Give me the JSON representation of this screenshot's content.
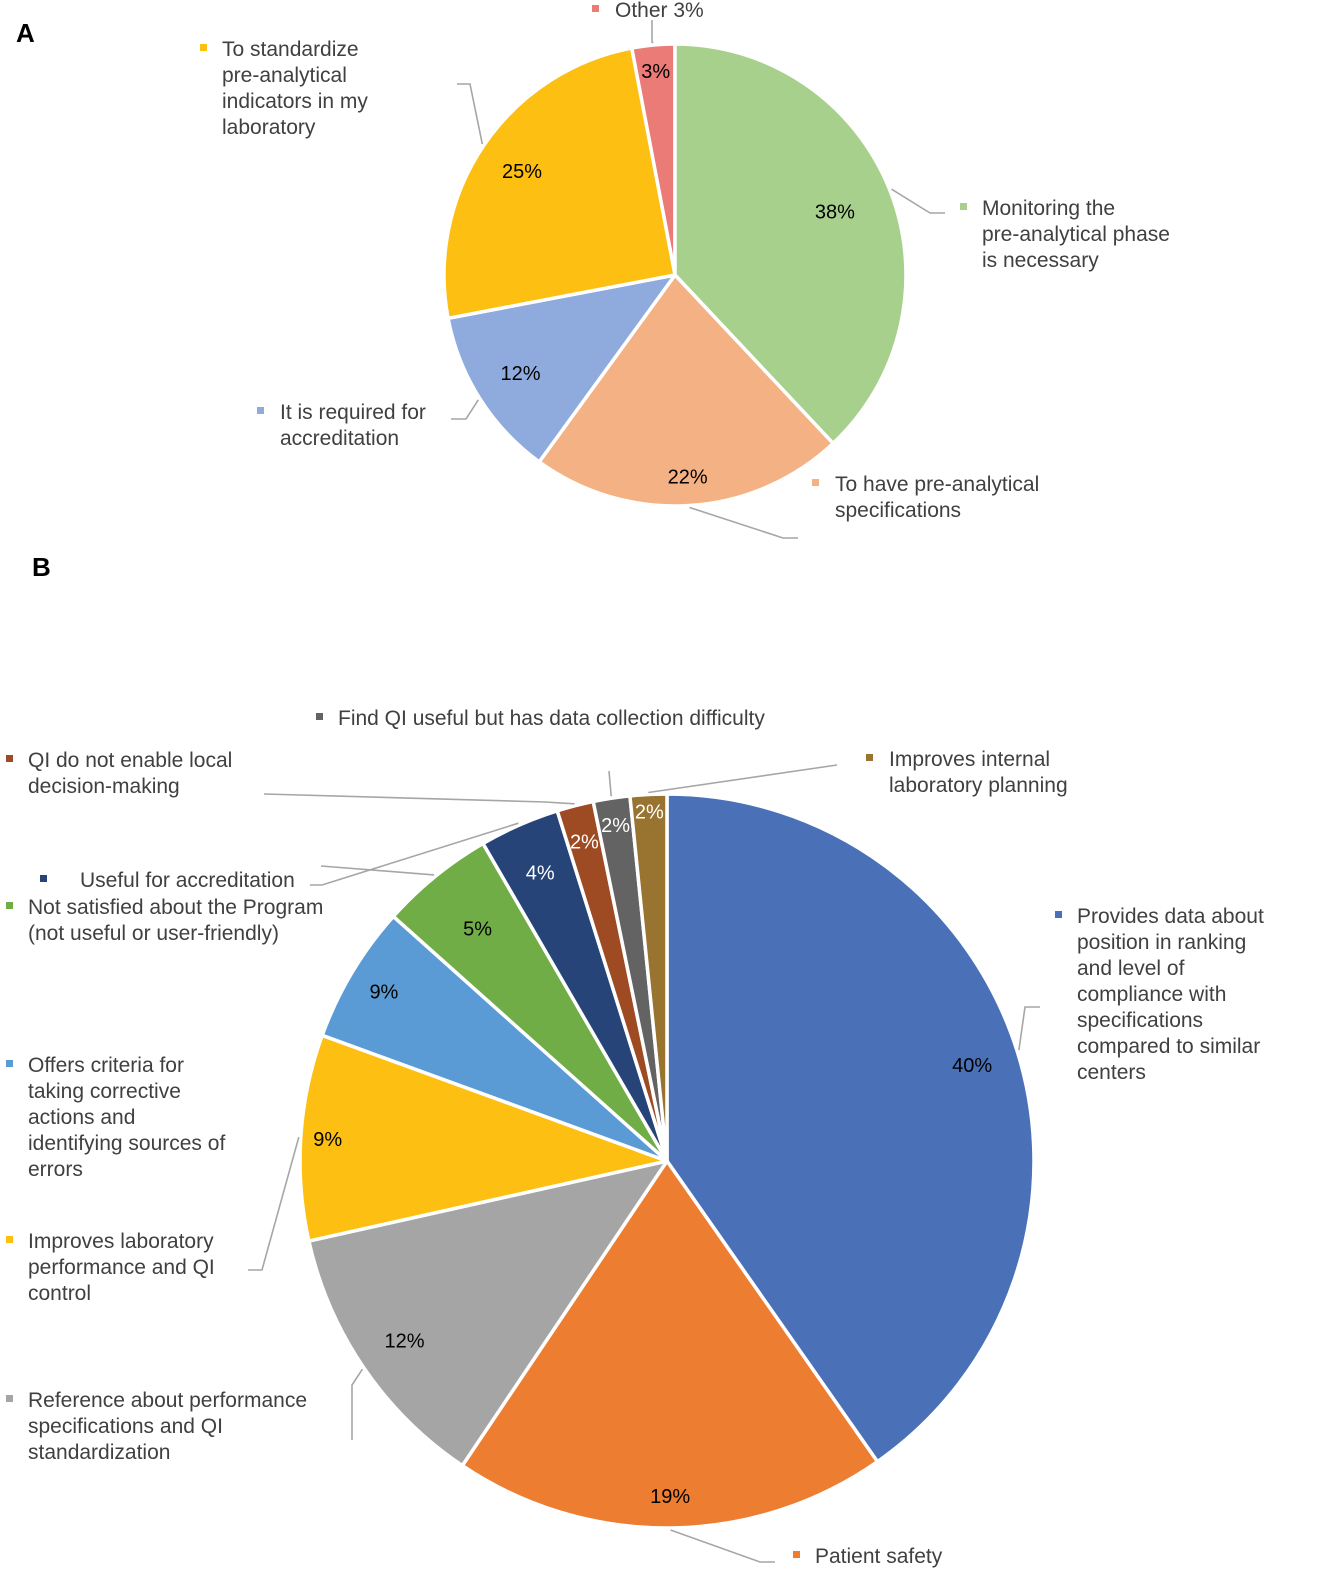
{
  "chart_data": [
    {
      "type": "pie",
      "panel_label": "A",
      "slices": [
        {
          "label": "Other 3%",
          "value": 3,
          "display": "3%",
          "color": "#eb7b77"
        },
        {
          "label": "Monitoring the pre-analytical phase is necessary",
          "value": 38,
          "display": "38%",
          "color": "#a8d08d"
        },
        {
          "label": "To have pre-analytical specifications",
          "value": 22,
          "display": "22%",
          "color": "#f4b183"
        },
        {
          "label": "It is required for accreditation",
          "value": 12,
          "display": "12%",
          "color": "#8faadc"
        },
        {
          "label": "To standardize pre-analytical indicators in my laboratory",
          "value": 25,
          "display": "25%",
          "color": "#fcbf12"
        }
      ]
    },
    {
      "type": "pie",
      "panel_label": "B",
      "slices": [
        {
          "label": "Provides data about position in ranking and level of compliance with specifications compared to similar centers",
          "value": 40,
          "display": "40%",
          "color": "#4a71b8"
        },
        {
          "label": "Patient safety",
          "value": 19,
          "display": "19%",
          "color": "#ed7d31"
        },
        {
          "label": "Reference about performance specifications and QI standardization",
          "value": 12,
          "display": "12%",
          "color": "#a5a5a5"
        },
        {
          "label": "Improves laboratory performance and QI control",
          "value": 9,
          "display": "9%",
          "color": "#fcbf12"
        },
        {
          "label": "Offers criteria for taking corrective actions and identifying sources of errors",
          "value": 6,
          "display": "9%",
          "color": "#5b9bd5"
        },
        {
          "label": "Not satisfied about the Program (not useful or user-friendly)",
          "value": 5,
          "display": "5%",
          "color": "#70ad47"
        },
        {
          "label": "Useful for accreditation",
          "value": 3.5,
          "display": "4%",
          "color": "#264478"
        },
        {
          "label": "QI do not enable local decision-making",
          "value": 1.6,
          "display": "2%",
          "color": "#9e4a23"
        },
        {
          "label": "Find QI useful but has data collection difficulty",
          "value": 1.6,
          "display": "2%",
          "color": "#636363"
        },
        {
          "label": "Improves internal laboratory planning",
          "value": 1.6,
          "display": "2%",
          "color": "#997330"
        }
      ]
    }
  ]
}
